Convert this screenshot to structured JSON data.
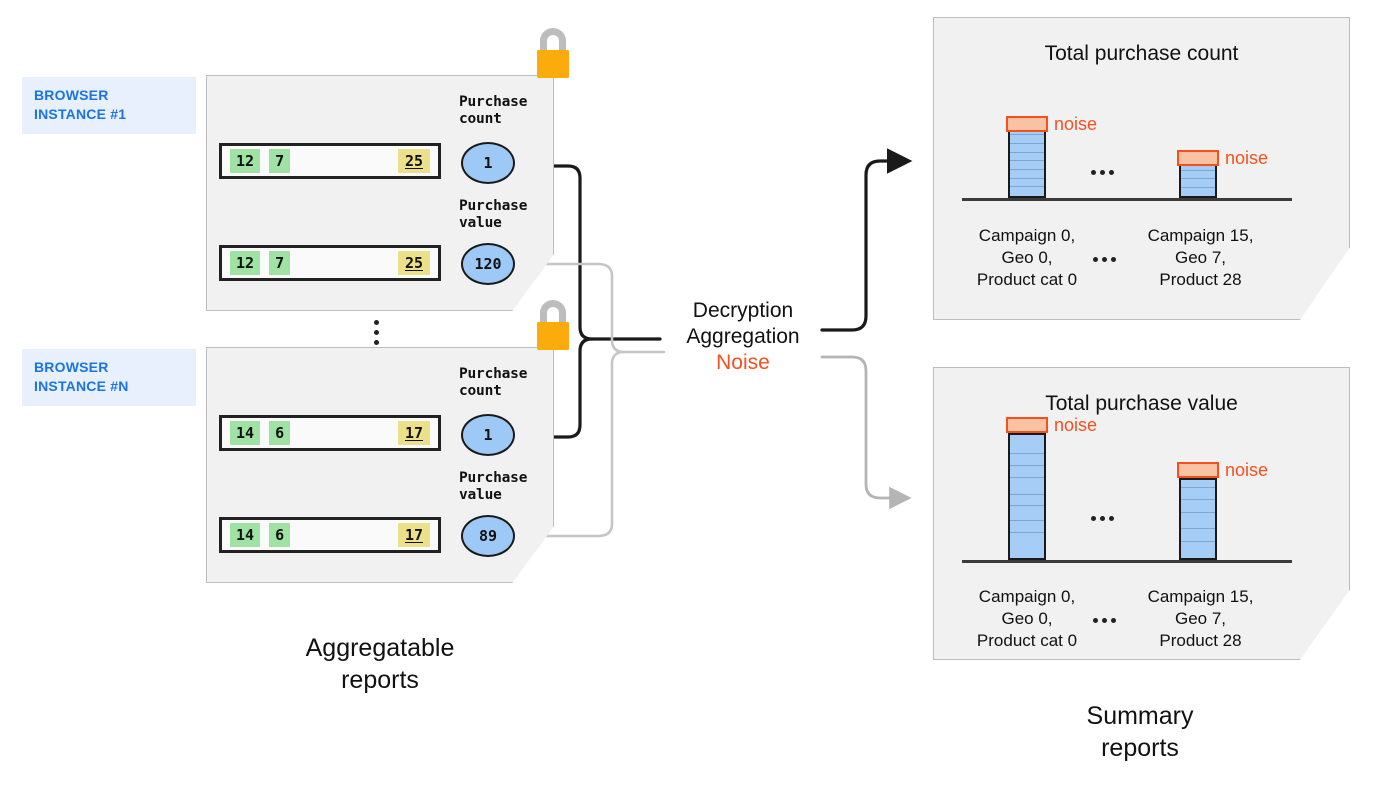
{
  "colors": {
    "accent_blue": "#1a73e8",
    "badge_bg": "#e8f0fe",
    "panel_bg": "#f1f1f1",
    "panel_border": "#bdbdbd",
    "cell_green": "#9fe2a4",
    "cell_yellow": "#ece08a",
    "bubble_blue": "#9ec9f7",
    "bar_blue": "#a5cdf5",
    "noise_orange": "#f4511e",
    "noise_fill": "#f9c3a3",
    "lock_body": "#fbab0c",
    "lock_shackle": "#bdbdbd",
    "connector_dark": "#1a1a1a",
    "connector_light": "#bdbdbd"
  },
  "left": {
    "caption": "Aggregatable\nreports",
    "instances": [
      {
        "badge": "BROWSER\nINSTANCE #1",
        "lock_icon": "padlock-icon",
        "rows": [
          {
            "metric_label": "Purchase\ncount",
            "cells": [
              "12",
              "7",
              "25"
            ],
            "value": "1"
          },
          {
            "metric_label": "Purchase\nvalue",
            "cells": [
              "12",
              "7",
              "25"
            ],
            "value": "120"
          }
        ]
      },
      {
        "badge": "BROWSER\nINSTANCE #N",
        "lock_icon": "padlock-icon",
        "rows": [
          {
            "metric_label": "Purchase\ncount",
            "cells": [
              "14",
              "6",
              "17"
            ],
            "value": "1"
          },
          {
            "metric_label": "Purchase\nvalue",
            "cells": [
              "14",
              "6",
              "17"
            ],
            "value": "89"
          }
        ]
      }
    ],
    "ellipsis": "vertical-ellipsis"
  },
  "process": {
    "line1": "Decryption",
    "line2": "Aggregation",
    "line3": "Noise"
  },
  "right": {
    "caption": "Summary\nreports",
    "panels": [
      {
        "title": "Total purchase count",
        "ellipsis_between_bars": "horizontal-ellipsis",
        "noise_label": "noise",
        "bars": [
          {
            "caption": "Campaign 0,\nGeo 0,\nProduct cat 0",
            "noise_label": "noise"
          },
          {
            "caption": "Campaign 15,\nGeo 7,\nProduct 28",
            "noise_label": "noise"
          }
        ]
      },
      {
        "title": "Total purchase value",
        "ellipsis_between_bars": "horizontal-ellipsis",
        "noise_label": "noise",
        "bars": [
          {
            "caption": "Campaign 0,\nGeo 0,\nProduct cat 0",
            "noise_label": "noise"
          },
          {
            "caption": "Campaign 15,\nGeo 7,\nProduct 28",
            "noise_label": "noise"
          }
        ]
      }
    ]
  },
  "chart_data": [
    {
      "type": "bar",
      "title": "Total purchase count",
      "categories": [
        "Campaign 0, Geo 0, Product cat 0",
        "Campaign 15, Geo 7, Product 28"
      ],
      "values": [
        52,
        33
      ],
      "noise": [
        8,
        8
      ],
      "segments": [
        [
          7,
          7,
          6,
          7,
          6,
          7,
          6,
          6
        ],
        [
          7,
          7,
          6,
          7,
          6
        ]
      ],
      "xlabel": "",
      "ylabel": "",
      "ylim": [
        0,
        70
      ],
      "grid": false,
      "legend": false,
      "annotations": [
        "noise",
        "noise"
      ]
    },
    {
      "type": "bar",
      "title": "Total purchase value",
      "categories": [
        "Campaign 0, Geo 0, Product cat 0",
        "Campaign 15, Geo 7, Product 28"
      ],
      "values": [
        118,
        77
      ],
      "noise": [
        13,
        13
      ],
      "segments": [
        [
          30,
          12,
          14,
          10,
          16,
          12,
          24
        ],
        [
          24,
          14,
          12,
          16,
          11
        ]
      ],
      "xlabel": "",
      "ylabel": "",
      "ylim": [
        0,
        150
      ],
      "grid": false,
      "legend": false,
      "annotations": [
        "noise",
        "noise"
      ]
    }
  ]
}
